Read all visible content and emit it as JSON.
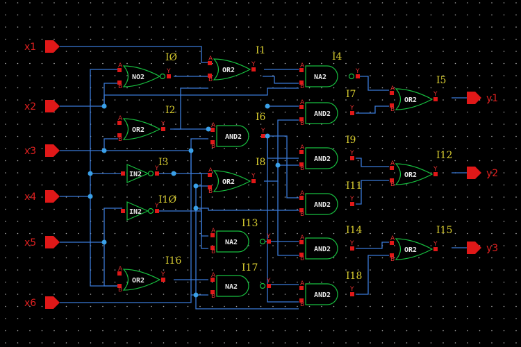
{
  "inputs": [
    {
      "name": "x1"
    },
    {
      "name": "x2"
    },
    {
      "name": "x3"
    },
    {
      "name": "x4"
    },
    {
      "name": "x5"
    },
    {
      "name": "x6"
    }
  ],
  "outputs": [
    {
      "name": "y1"
    },
    {
      "name": "y2"
    },
    {
      "name": "y3"
    }
  ],
  "gates": [
    {
      "id": "I0",
      "label": "IØ",
      "type": "NO2"
    },
    {
      "id": "I1",
      "label": "I1",
      "type": "OR2"
    },
    {
      "id": "I2",
      "label": "I2",
      "type": "OR2"
    },
    {
      "id": "I3",
      "label": "I3",
      "type": "IN2"
    },
    {
      "id": "I4",
      "label": "I4",
      "type": "NA2"
    },
    {
      "id": "I5",
      "label": "I5",
      "type": "OR2"
    },
    {
      "id": "I6",
      "label": "I6",
      "type": "AND2"
    },
    {
      "id": "I7",
      "label": "I7",
      "type": "AND2"
    },
    {
      "id": "I8",
      "label": "I8",
      "type": "OR2"
    },
    {
      "id": "I9",
      "label": "I9",
      "type": "AND2"
    },
    {
      "id": "I10",
      "label": "I1Ø",
      "type": "IN2"
    },
    {
      "id": "I11",
      "label": "I11",
      "type": "AND2"
    },
    {
      "id": "I12",
      "label": "I12",
      "type": "OR2"
    },
    {
      "id": "I13",
      "label": "I13",
      "type": "NA2"
    },
    {
      "id": "I14",
      "label": "I14",
      "type": "AND2"
    },
    {
      "id": "I15",
      "label": "I15",
      "type": "OR2"
    },
    {
      "id": "I16",
      "label": "I16",
      "type": "OR2"
    },
    {
      "id": "I17",
      "label": "I17",
      "type": "NA2"
    },
    {
      "id": "I18",
      "label": "I18",
      "type": "AND2"
    }
  ],
  "pins": {
    "a": "A",
    "b": "B",
    "out": "Y"
  }
}
